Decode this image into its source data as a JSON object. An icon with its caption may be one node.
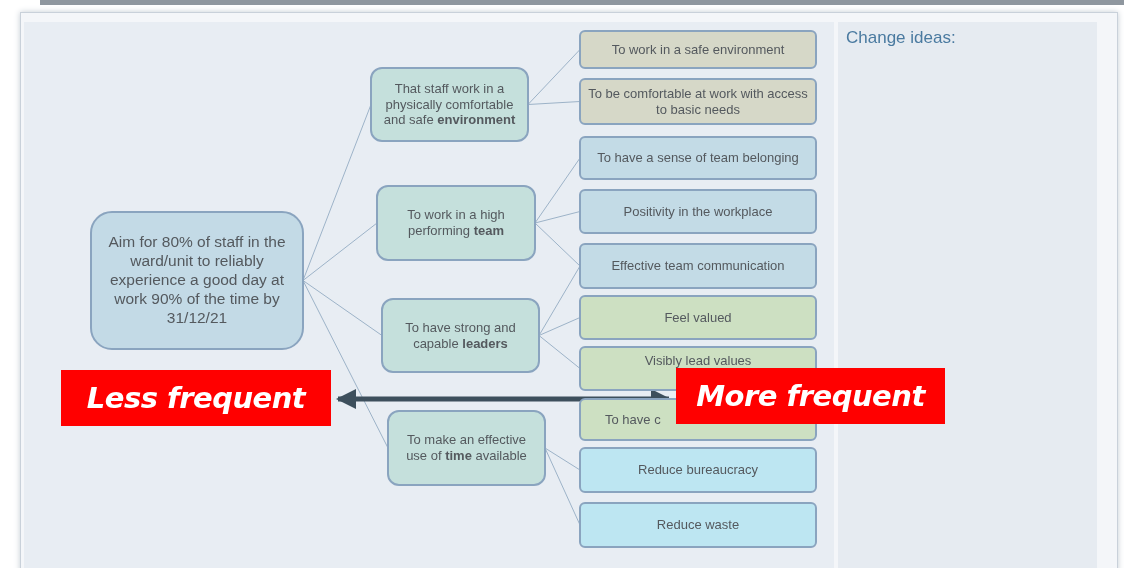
{
  "diagram": {
    "nodes": [
      {
        "text": [
          "Aim for 80% of staff in the ward/unit to reliably experience a good day at work 90% of the time by 31/12/21"
        ]
      },
      {
        "text": [
          "That staff work in a physically comfortable and safe **environment**"
        ]
      },
      {
        "text": [
          "To work in a high performing **team**"
        ]
      },
      {
        "text": [
          "To have strong and capable **leaders**"
        ]
      },
      {
        "text": [
          "To make an effective use of **time** available"
        ]
      },
      {
        "text": [
          "To work in a safe environment"
        ]
      },
      {
        "text": [
          "To be comfortable at work with access to basic needs"
        ]
      },
      {
        "text": [
          "To have a sense of team belonging"
        ]
      },
      {
        "text": [
          "Positivity in the workplace"
        ]
      },
      {
        "text": [
          "Effective team communication"
        ]
      },
      {
        "text": [
          "Feel valued"
        ]
      },
      {
        "text": [
          "Visibly lead values"
        ]
      },
      {
        "text": [
          "To have c"
        ]
      },
      {
        "text": [
          "Reduce bureaucracy"
        ]
      },
      {
        "text": [
          "Reduce waste"
        ]
      },
      {
        "text": [
          "Less frequent"
        ]
      },
      {
        "text": [
          "More frequent"
        ]
      },
      {
        "text": [
          "Change ideas:"
        ]
      }
    ],
    "edges": [
      {
        "from": 0,
        "to": 1,
        "arrow": "none"
      },
      {
        "from": 0,
        "to": 2,
        "arrow": "none"
      },
      {
        "from": 0,
        "to": 3,
        "arrow": "none"
      },
      {
        "from": 0,
        "to": 4,
        "arrow": "none"
      },
      {
        "from": 1,
        "to": 5,
        "arrow": "none"
      },
      {
        "from": 1,
        "to": 6,
        "arrow": "none"
      },
      {
        "from": 2,
        "to": 7,
        "arrow": "none"
      },
      {
        "from": 2,
        "to": 8,
        "arrow": "none"
      },
      {
        "from": 2,
        "to": 9,
        "arrow": "none"
      },
      {
        "from": 3,
        "to": 9,
        "arrow": "none"
      },
      {
        "from": 3,
        "to": 10,
        "arrow": "none"
      },
      {
        "from": 3,
        "to": 11,
        "arrow": "none"
      },
      {
        "from": 4,
        "to": 13,
        "arrow": "none"
      },
      {
        "from": 4,
        "to": 14,
        "arrow": "none"
      },
      {
        "from": 15,
        "to": 16,
        "arrow": "both",
        "style": "thick",
        "color": "#3d4f5c"
      }
    ]
  }
}
